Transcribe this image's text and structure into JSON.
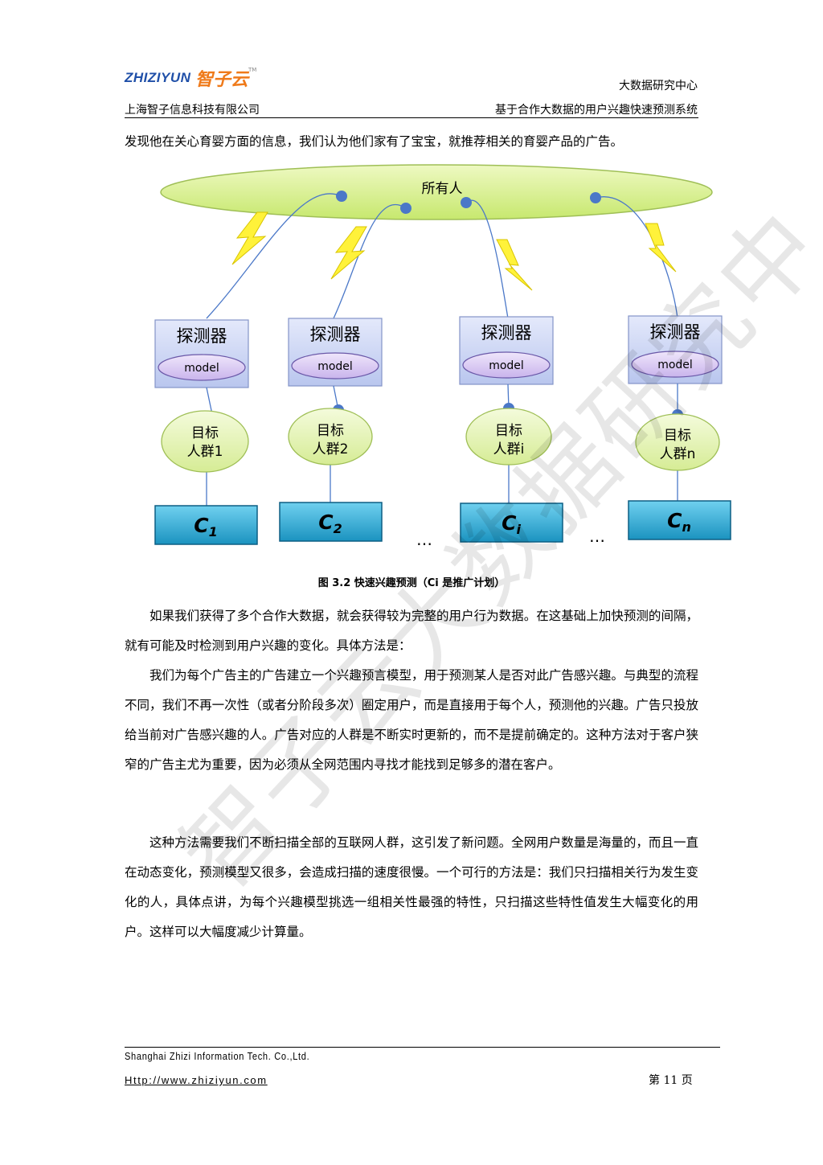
{
  "header": {
    "logo_text": "ZHIZIYUN",
    "logo_cn": "智子云",
    "logo_tm": "TM",
    "right_top": "大数据研究中心",
    "company": "上海智子信息科技有限公司",
    "doc_title": "基于合作大数据的用户兴趣快速预测系统"
  },
  "body": {
    "intro": "发现他在关心育婴方面的信息，我们认为他们家有了宝宝，就推荐相关的育婴产品的广告。",
    "caption": "图 3.2  快速兴趣预测（Ci 是推广计划）",
    "paragraphs": [
      "如果我们获得了多个合作大数据，就会获得较为完整的用户行为数据。在这基础上加快预测的间隔，就有可能及时检测到用户兴趣的变化。具体方法是：",
      "我们为每个广告主的广告建立一个兴趣预言模型，用于预测某人是否对此广告感兴趣。与典型的流程不同，我们不再一次性（或者分阶段多次）圈定用户，而是直接用于每个人，预测他的兴趣。广告只投放给当前对广告感兴趣的人。广告对应的人群是不断实时更新的，而不是提前确定的。这种方法对于客户狭窄的广告主尤为重要，因为必须从全网范围内寻找才能找到足够多的潜在客户。",
      "这种方法需要我们不断扫描全部的互联网人群，这引发了新问题。全网用户数量是海量的，而且一直在动态变化，预测模型又很多，会造成扫描的速度很慢。一个可行的方法是：我们只扫描相关行为发生变化的人，具体点讲，为每个兴趣模型挑选一组相关性最强的特性，只扫描这些特性值发生大幅变化的用户。这样可以大幅度减少计算量。"
    ]
  },
  "diagram": {
    "all_people": "所有人",
    "detector_label": "探测器",
    "model_label": "model",
    "groups": [
      {
        "line1": "目标",
        "line2": "人群1",
        "campaign_base": "C",
        "campaign_sub": "1"
      },
      {
        "line1": "目标",
        "line2": "人群2",
        "campaign_base": "C",
        "campaign_sub": "2"
      },
      {
        "line1": "目标",
        "line2": "人群i",
        "campaign_base": "C",
        "campaign_sub": "i"
      },
      {
        "line1": "目标",
        "line2": "人群n",
        "campaign_base": "C",
        "campaign_sub": "n"
      }
    ],
    "ellipsis": "…"
  },
  "watermark": "智子云大数据研究中",
  "footer": {
    "company_en": "Shanghai Zhizi Information Tech. Co.,Ltd.",
    "url": "Http://www.zhiziyun.com",
    "page": "第 11 页"
  },
  "colors": {
    "ellipse_fill": "#d4ef8a",
    "detector_fill": "#c9d3f2",
    "model_fill": "#d8c8f0",
    "group_fill": "#e6f4b8",
    "campaign_fill": "#2aa6cf",
    "connector": "#4b78c8",
    "lightning": "#fff23a"
  }
}
